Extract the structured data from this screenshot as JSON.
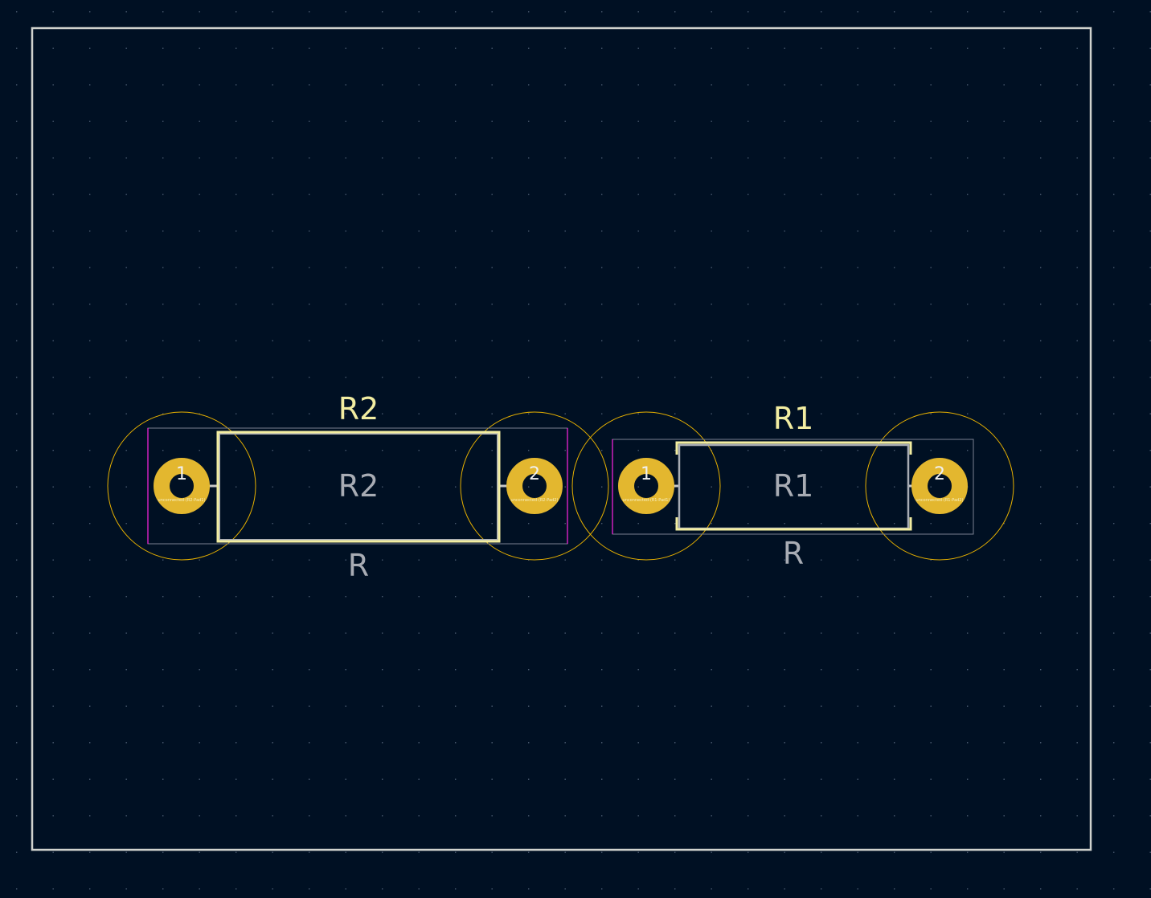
{
  "colors": {
    "background": "#001023",
    "board_edge": "#d0d2cd",
    "silkscreen": "#f2eda1",
    "fab": "#a8acb4",
    "courtyard": "#e6b000",
    "pad": "#e3b72f",
    "fab_side": "#ff26e2"
  },
  "footprints": [
    {
      "reference": "R2",
      "fab_reference": "R2",
      "value": "R",
      "pads": [
        {
          "number": "1",
          "net": "unconnected-(R2-Pad1)"
        },
        {
          "number": "2",
          "net": "unconnected-(R2-Pad2)"
        }
      ]
    },
    {
      "reference": "R1",
      "fab_reference": "R1",
      "value": "R",
      "pads": [
        {
          "number": "1",
          "net": "unconnected-(R1-Pad1)"
        },
        {
          "number": "2",
          "net": "unconnected-(R1-Pad2)"
        }
      ]
    }
  ]
}
